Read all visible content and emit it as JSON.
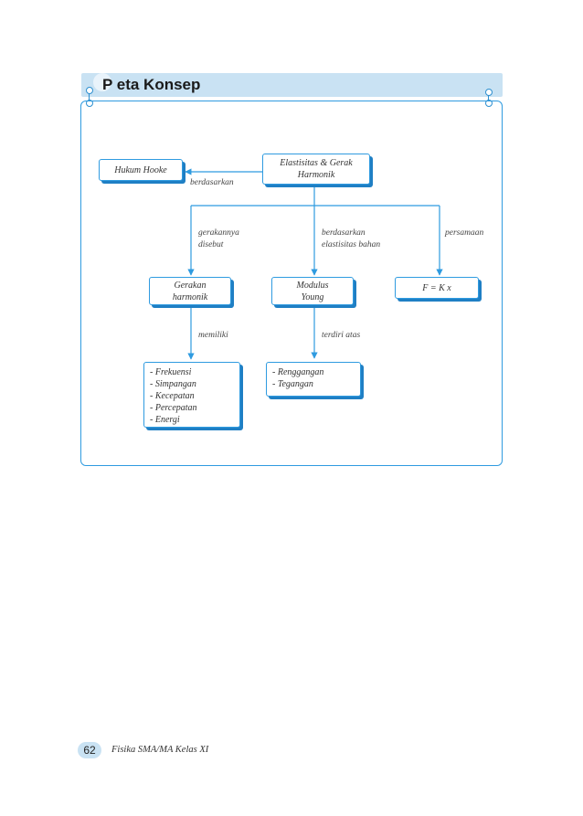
{
  "header": {
    "title": "P eta Konsep"
  },
  "concept_map": {
    "boxes": {
      "hukum_hooke": "Hukum Hooke",
      "elastisitas_1": "Elastisitas & Gerak",
      "elastisitas_2": "Harmonik",
      "gerakan_1": "Gerakan",
      "gerakan_2": "harmonik",
      "modulus_1": "Modulus",
      "modulus_2": "Young",
      "formula": "F = K x"
    },
    "labels": {
      "berdasarkan": "berdasarkan",
      "gerakannya_1": "gerakannya",
      "gerakannya_2": "disebut",
      "berdasarkan_elast_1": "berdasarkan",
      "berdasarkan_elast_2": "elastisitas bahan",
      "persamaan": "persamaan",
      "memiliki": "memiliki",
      "terdiri_atas": "terdiri atas"
    },
    "gerakan_list": [
      "- Frekuensi",
      "- Simpangan",
      "- Kecepatan",
      "- Percepatan",
      "- Energi"
    ],
    "modulus_list": [
      "- Renggangan",
      "- Tegangan"
    ]
  },
  "footer": {
    "page_number": "62",
    "book_title": "Fisika SMA/MA Kelas XI"
  },
  "colors": {
    "accent": "#2f9be0",
    "header_fill": "#c9e2f3",
    "shadow": "#1f7fc4"
  }
}
